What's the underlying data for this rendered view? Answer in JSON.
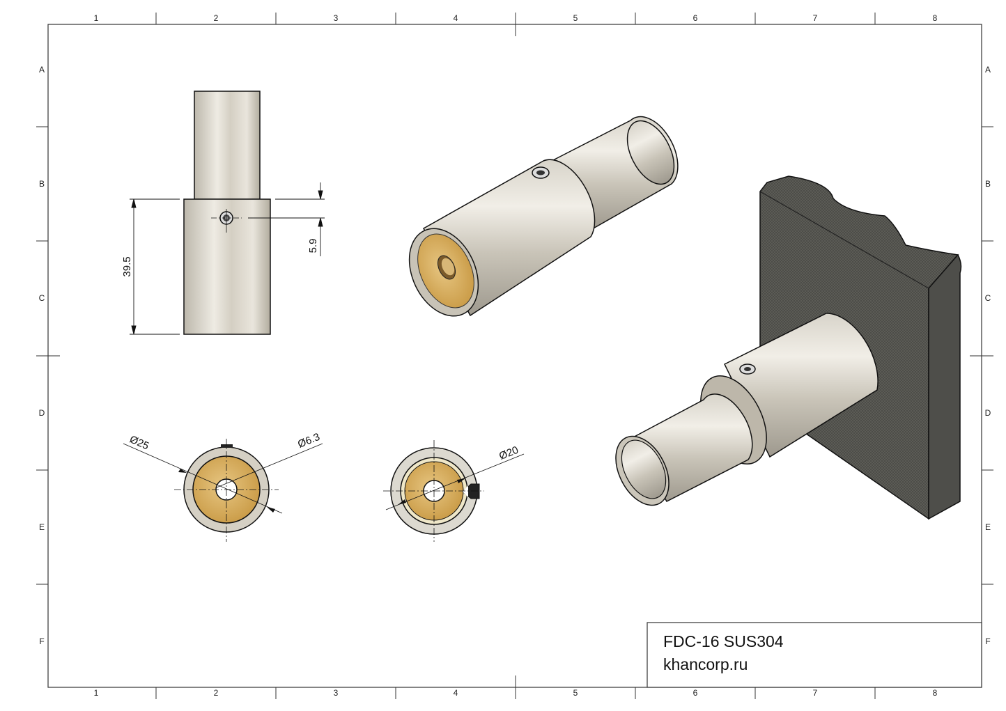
{
  "border": {
    "columns": [
      "1",
      "2",
      "3",
      "4",
      "5",
      "6",
      "7",
      "8"
    ],
    "rows": [
      "A",
      "B",
      "C",
      "D",
      "E",
      "F"
    ]
  },
  "dimensions": {
    "length": "39.5",
    "offset": "5.9",
    "outer_diameter": "Ø25",
    "hole_diameter": "Ø6.3",
    "inner_diameter": "Ø20"
  },
  "title_block": {
    "part": "FDC-16 SUS304",
    "company": "khancorp.ru"
  },
  "colors": {
    "steel": "#c9c4b8",
    "bronze": "#d9b266",
    "mount": "#5a5a56",
    "line": "#111111"
  }
}
